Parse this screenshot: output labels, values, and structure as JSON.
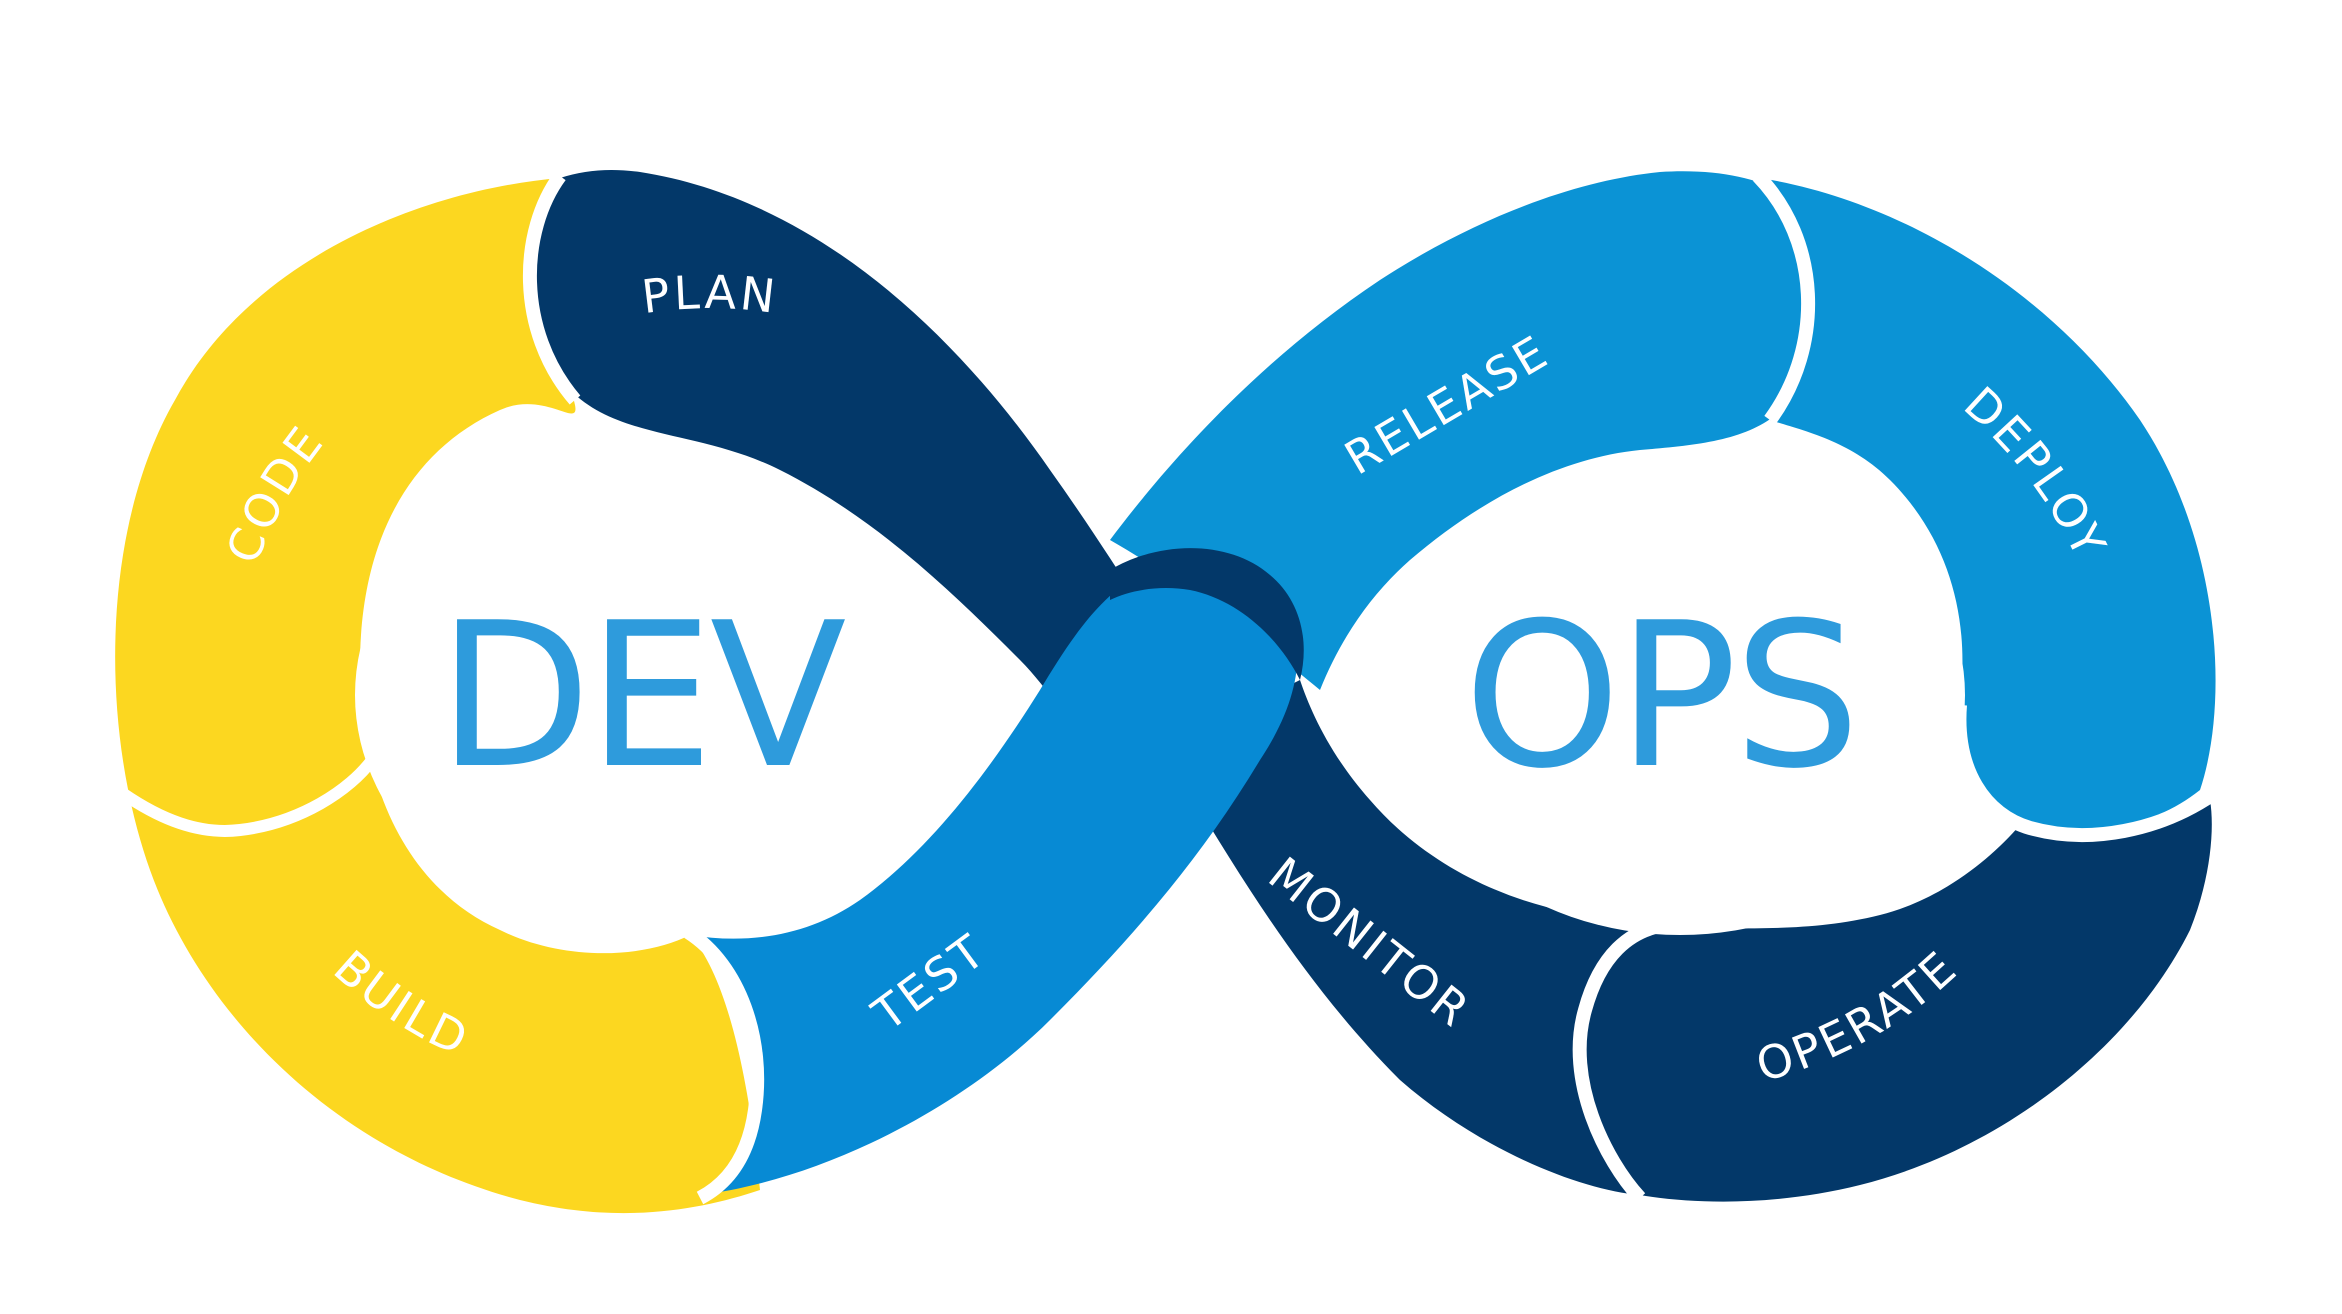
{
  "center": {
    "left_word": "DEV",
    "right_word": "OPS"
  },
  "stages": [
    {
      "key": "plan",
      "label": "PLAN",
      "color": "#033869"
    },
    {
      "key": "code",
      "label": "CODE",
      "color": "#FCD720"
    },
    {
      "key": "build",
      "label": "BUILD",
      "color": "#FCD720"
    },
    {
      "key": "test",
      "label": "TEST",
      "color": "#078AD4"
    },
    {
      "key": "release",
      "label": "RELEASE",
      "color": "#0B93D5"
    },
    {
      "key": "deploy",
      "label": "DEPLOY",
      "color": "#0B93D5"
    },
    {
      "key": "operate",
      "label": "OPERATE",
      "color": "#033869"
    },
    {
      "key": "monitor",
      "label": "MONITOR",
      "color": "#033869"
    }
  ],
  "colors": {
    "navy": "#033869",
    "yellow": "#FCD720",
    "blue": "#078AD4",
    "light_blue": "#0B93D5",
    "word_blue": "#2E9BDC",
    "separator": "#ffffff"
  }
}
